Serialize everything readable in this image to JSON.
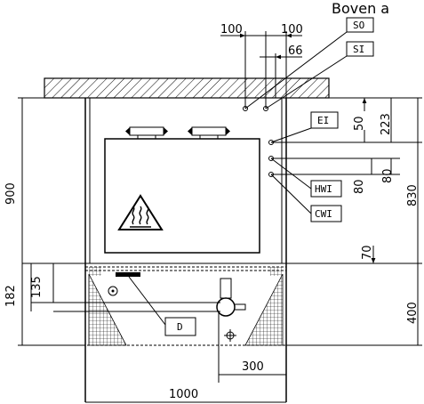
{
  "title": "Boven a",
  "dimensions": {
    "d100a": "100",
    "d100b": "100",
    "d66": "66",
    "d50": "50",
    "d223": "223",
    "d900": "900",
    "d830": "830",
    "d80a": "80",
    "d80b": "80",
    "d70": "70",
    "d182": "182",
    "d135": "135",
    "d400": "400",
    "d300": "300",
    "d1000": "1000"
  },
  "labels": {
    "so": "SO",
    "si": "SI",
    "ei": "EI",
    "hwi": "HWI",
    "cwi": "CWI",
    "d": "D"
  },
  "icons": {
    "hot_surface": "hot-surface-warning-icon"
  }
}
